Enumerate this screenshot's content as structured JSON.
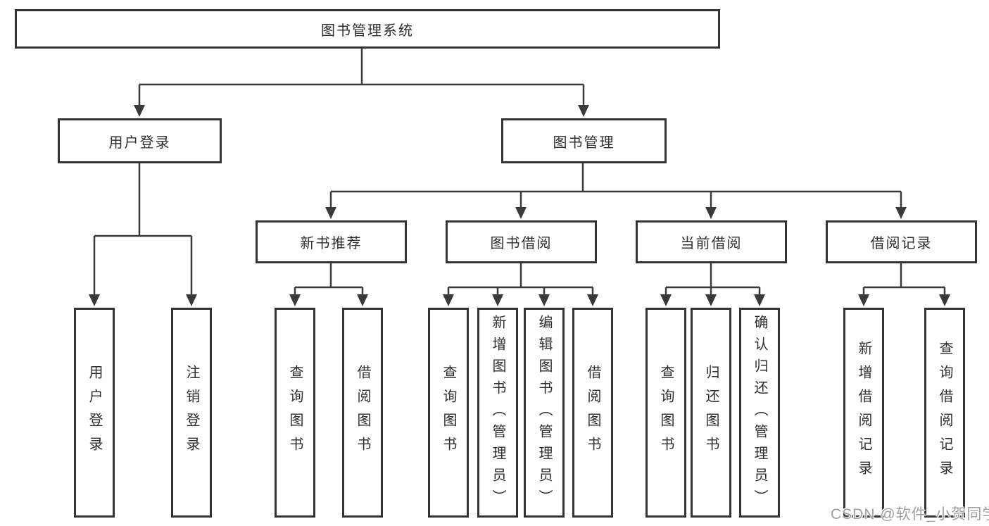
{
  "diagram": {
    "root": {
      "label": "图书管理系统",
      "children": [
        {
          "label": "用户登录",
          "children": [
            {
              "label": "用户登录"
            },
            {
              "label": "注销登录"
            }
          ]
        },
        {
          "label": "图书管理",
          "children": [
            {
              "label": "新书推荐",
              "children": [
                {
                  "label": "查询图书"
                },
                {
                  "label": "借阅图书"
                }
              ]
            },
            {
              "label": "图书借阅",
              "children": [
                {
                  "label": "查询图书"
                },
                {
                  "label": "新增图书（管理员）"
                },
                {
                  "label": "编辑图书（管理员）"
                },
                {
                  "label": "借阅图书"
                }
              ]
            },
            {
              "label": "当前借阅",
              "children": [
                {
                  "label": "查询图书"
                },
                {
                  "label": "归还图书"
                },
                {
                  "label": "确认归还（管理员）"
                }
              ]
            },
            {
              "label": "借阅记录",
              "children": [
                {
                  "label": "新增借阅记录"
                },
                {
                  "label": "查询借阅记录"
                }
              ]
            }
          ]
        }
      ]
    }
  },
  "watermark": {
    "text": "CSDN @软件_小贺同学"
  },
  "colors": {
    "box_border": "#333333",
    "box_fill": "#ffffff",
    "connector_line": "#3a3a3a",
    "text": "#2e2e2e",
    "watermark": "#a0a0a0"
  }
}
